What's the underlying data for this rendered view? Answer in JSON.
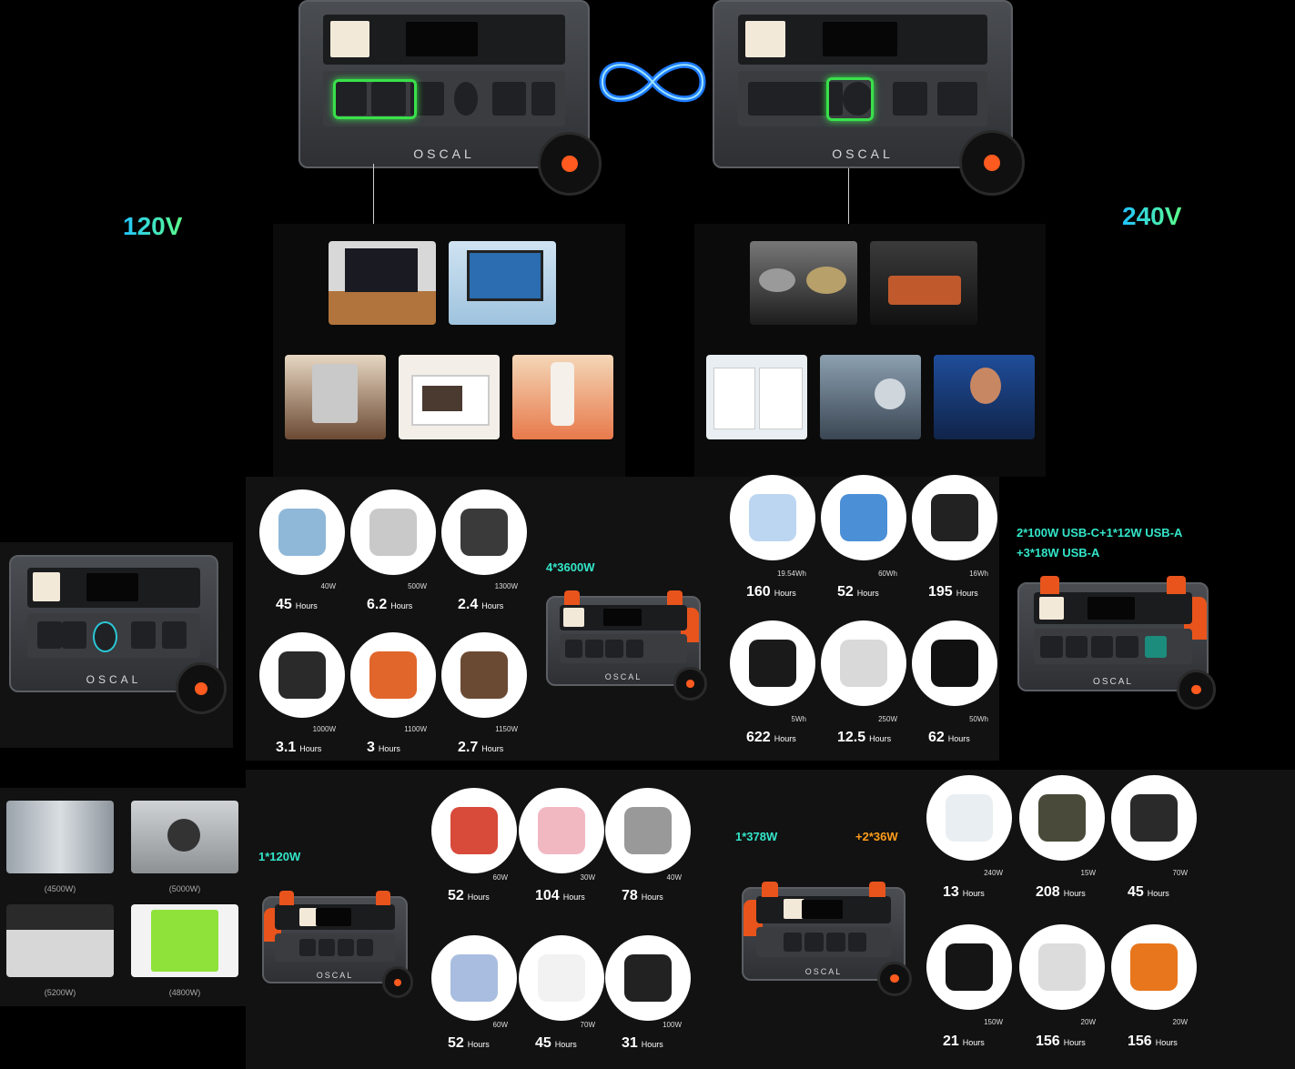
{
  "voltage": {
    "left": "120V",
    "right": "240V"
  },
  "brand": "OSCAL",
  "ports": {
    "ac_120": "4*3600W",
    "usb": "2*100W USB-C+1*12W USB-A",
    "usb2": "+3*18W USB-A",
    "dc": "1*120W",
    "ac_378": "1*378W",
    "ac_36": "+2*36W"
  },
  "hours_unit": "Hours",
  "big_appliances": [
    {
      "caption": "(4500W)"
    },
    {
      "caption": "(5000W)"
    },
    {
      "caption": "(5200W)"
    },
    {
      "caption": "(4800W)"
    }
  ],
  "block_ac": [
    {
      "spec": "40W",
      "hours": "45"
    },
    {
      "spec": "500W",
      "hours": "6.2"
    },
    {
      "spec": "1300W",
      "hours": "2.4"
    },
    {
      "spec": "1000W",
      "hours": "3.1"
    },
    {
      "spec": "1100W",
      "hours": "3"
    },
    {
      "spec": "1150W",
      "hours": "2.7"
    }
  ],
  "block_usb": [
    {
      "spec": "19.54Wh",
      "hours": "160"
    },
    {
      "spec": "60Wh",
      "hours": "52"
    },
    {
      "spec": "16Wh",
      "hours": "195"
    },
    {
      "spec": "5Wh",
      "hours": "622"
    },
    {
      "spec": "250W",
      "hours": "12.5"
    },
    {
      "spec": "50Wh",
      "hours": "62"
    }
  ],
  "block_dc": [
    {
      "spec": "60W",
      "hours": "52"
    },
    {
      "spec": "30W",
      "hours": "104"
    },
    {
      "spec": "40W",
      "hours": "78"
    },
    {
      "spec": "60W",
      "hours": "52"
    },
    {
      "spec": "70W",
      "hours": "45"
    },
    {
      "spec": "100W",
      "hours": "31"
    }
  ],
  "block_car": [
    {
      "spec": "240W",
      "hours": "13"
    },
    {
      "spec": "15W",
      "hours": "208"
    },
    {
      "spec": "70W",
      "hours": "45"
    },
    {
      "spec": "150W",
      "hours": "21"
    },
    {
      "spec": "20W",
      "hours": "156"
    },
    {
      "spec": "20W",
      "hours": "156"
    }
  ],
  "colors": {
    "accent_teal": "#33e6c9",
    "accent_orange": "#ff9d1a",
    "highlight_green": "#39e14b",
    "brand_orange": "#ff5a1f"
  }
}
